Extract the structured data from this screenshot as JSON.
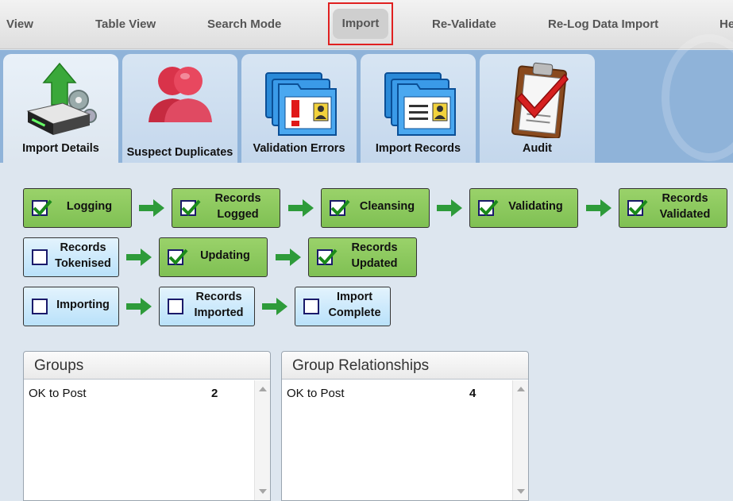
{
  "menu": {
    "items": [
      "View",
      "Table View",
      "Search Mode",
      "Import",
      "Re-Validate",
      "Re-Log Data Import",
      "He"
    ],
    "active": "Import"
  },
  "tabs": [
    {
      "label": "Import Details",
      "icon": "import-server-icon"
    },
    {
      "label": "Suspect Duplicates",
      "icon": "duplicate-people-icon"
    },
    {
      "label": "Validation Errors",
      "icon": "folders-alert-icon"
    },
    {
      "label": "Import Records",
      "icon": "folders-records-icon"
    },
    {
      "label": "Audit",
      "icon": "clipboard-check-icon"
    }
  ],
  "workflow": {
    "row1": [
      {
        "label": "Logging",
        "done": true
      },
      {
        "label": "Records Logged",
        "done": true
      },
      {
        "label": "Cleansing",
        "done": true
      },
      {
        "label": "Validating",
        "done": true
      },
      {
        "label": "Records Validated",
        "done": true
      }
    ],
    "row2": [
      {
        "label": "Records Tokenised",
        "done": false
      },
      {
        "label": "Updating",
        "done": true
      },
      {
        "label": "Records Updated",
        "done": true
      }
    ],
    "row3": [
      {
        "label": "Importing",
        "done": false
      },
      {
        "label": "Records Imported",
        "done": false
      },
      {
        "label": "Import Complete",
        "done": false
      }
    ]
  },
  "panels": {
    "groups": {
      "title": "Groups",
      "rows": [
        {
          "label": "OK to Post",
          "count": "2"
        }
      ]
    },
    "relationships": {
      "title": "Group Relationships",
      "rows": [
        {
          "label": "OK to Post",
          "count": "4"
        }
      ]
    }
  },
  "colors": {
    "done": "#8cc95e",
    "todo": "#cdeafc",
    "arrow": "#2e9b3a",
    "highlight": "#e02020"
  }
}
